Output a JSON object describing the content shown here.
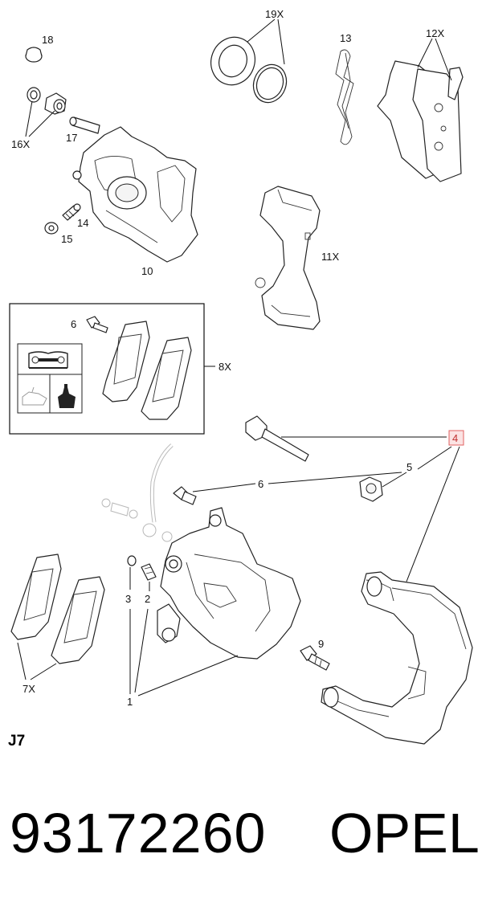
{
  "labels": {
    "p18": "18",
    "p16": "16X",
    "p17": "17",
    "p14": "14",
    "p15": "15",
    "p10": "10",
    "p19": "19X",
    "p13": "13",
    "p12": "12X",
    "p11": "11X",
    "p6a": "6",
    "p8": "8X",
    "p4": "4",
    "p5": "5",
    "p6b": "6",
    "p3": "3",
    "p2": "2",
    "p9": "9",
    "p7": "7X",
    "p1": "1"
  },
  "section_code": "J7",
  "footer": {
    "part_number": "93172260",
    "brand": "OPEL"
  },
  "colors": {
    "line": "#222222",
    "highlight_border": "#e06060",
    "highlight_fill": "#fbe3e3"
  }
}
